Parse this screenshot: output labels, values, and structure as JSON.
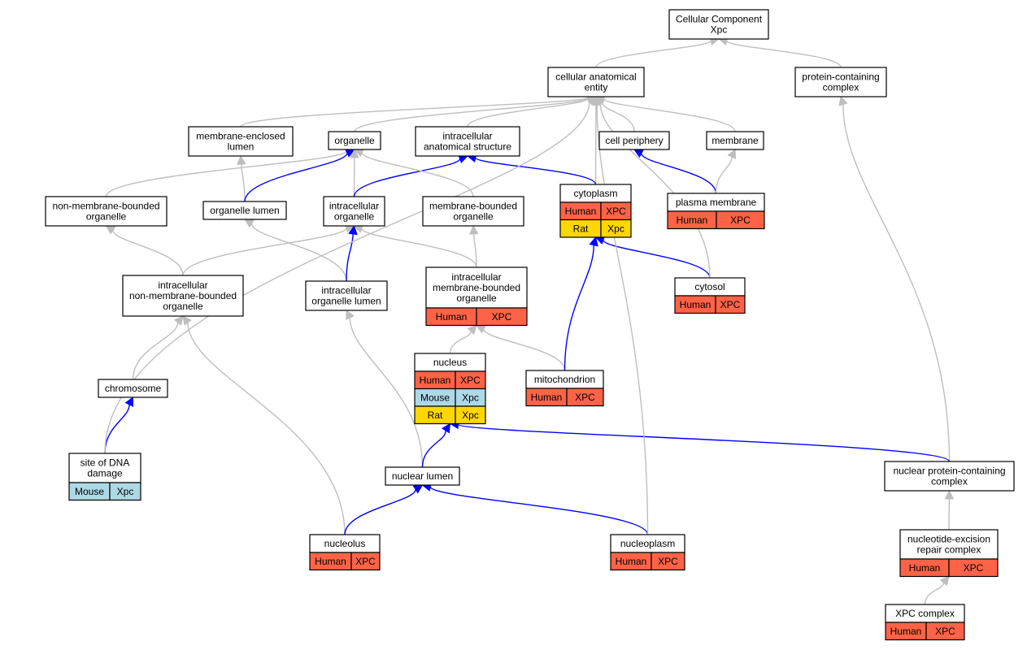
{
  "colors": {
    "Human": "#ff6347",
    "Mouse": "#add8e6",
    "Rat": "#ffd700",
    "is_a_edge": "#bebebe",
    "part_of_edge": "#0000ff"
  },
  "nodes": [
    {
      "id": "root",
      "lines": [
        "Cellular Component",
        "Xpc"
      ],
      "rows": []
    },
    {
      "id": "cae",
      "lines": [
        "cellular anatomical",
        "entity"
      ],
      "rows": []
    },
    {
      "id": "pcc",
      "lines": [
        "protein-containing",
        "complex"
      ],
      "rows": []
    },
    {
      "id": "mel",
      "lines": [
        "membrane-enclosed",
        "lumen"
      ],
      "rows": []
    },
    {
      "id": "org",
      "lines": [
        "organelle"
      ],
      "rows": []
    },
    {
      "id": "ias",
      "lines": [
        "intracellular",
        "anatomical structure"
      ],
      "rows": []
    },
    {
      "id": "cper",
      "lines": [
        "cell periphery"
      ],
      "rows": []
    },
    {
      "id": "mem",
      "lines": [
        "membrane"
      ],
      "rows": []
    },
    {
      "id": "cyto",
      "lines": [
        "cytoplasm"
      ],
      "rows": [
        [
          "Human",
          "XPC"
        ],
        [
          "Rat",
          "Xpc"
        ]
      ]
    },
    {
      "id": "pm",
      "lines": [
        "plasma membrane"
      ],
      "rows": [
        [
          "Human",
          "XPC"
        ]
      ]
    },
    {
      "id": "nmbo",
      "lines": [
        "non-membrane-bounded",
        "organelle"
      ],
      "rows": []
    },
    {
      "id": "ol",
      "lines": [
        "organelle lumen"
      ],
      "rows": []
    },
    {
      "id": "io",
      "lines": [
        "intracellular",
        "organelle"
      ],
      "rows": []
    },
    {
      "id": "mbo",
      "lines": [
        "membrane-bounded",
        "organelle"
      ],
      "rows": []
    },
    {
      "id": "inmbo",
      "lines": [
        "intracellular",
        "non-membrane-bounded",
        "organelle"
      ],
      "rows": []
    },
    {
      "id": "iol",
      "lines": [
        "intracellular",
        "organelle lumen"
      ],
      "rows": []
    },
    {
      "id": "imbo",
      "lines": [
        "intracellular",
        "membrane-bounded",
        "organelle"
      ],
      "rows": [
        [
          "Human",
          "XPC"
        ]
      ]
    },
    {
      "id": "cytosol",
      "lines": [
        "cytosol"
      ],
      "rows": [
        [
          "Human",
          "XPC"
        ]
      ]
    },
    {
      "id": "nucleus",
      "lines": [
        "nucleus"
      ],
      "rows": [
        [
          "Human",
          "XPC"
        ],
        [
          "Mouse",
          "Xpc"
        ],
        [
          "Rat",
          "Xpc"
        ]
      ]
    },
    {
      "id": "mito",
      "lines": [
        "mitochondrion"
      ],
      "rows": [
        [
          "Human",
          "XPC"
        ]
      ]
    },
    {
      "id": "chrom",
      "lines": [
        "chromosome"
      ],
      "rows": []
    },
    {
      "id": "sdd",
      "lines": [
        "site of DNA",
        "damage"
      ],
      "rows": [
        [
          "Mouse",
          "Xpc"
        ]
      ]
    },
    {
      "id": "nl",
      "lines": [
        "nuclear lumen"
      ],
      "rows": []
    },
    {
      "id": "npcc",
      "lines": [
        "nuclear protein-containing",
        "complex"
      ],
      "rows": []
    },
    {
      "id": "nucleolus",
      "lines": [
        "nucleolus"
      ],
      "rows": [
        [
          "Human",
          "XPC"
        ]
      ]
    },
    {
      "id": "nucleoplasm",
      "lines": [
        "nucleoplasm"
      ],
      "rows": [
        [
          "Human",
          "XPC"
        ]
      ]
    },
    {
      "id": "nerc",
      "lines": [
        "nucleotide-excision",
        "repair complex"
      ],
      "rows": [
        [
          "Human",
          "XPC"
        ]
      ]
    },
    {
      "id": "xpcc",
      "lines": [
        "XPC complex"
      ],
      "rows": [
        [
          "Human",
          "XPC"
        ]
      ]
    }
  ],
  "edges": [
    {
      "from": "cae",
      "to": "root",
      "type": "is_a"
    },
    {
      "from": "pcc",
      "to": "root",
      "type": "is_a"
    },
    {
      "from": "mel",
      "to": "cae",
      "type": "is_a"
    },
    {
      "from": "org",
      "to": "cae",
      "type": "is_a"
    },
    {
      "from": "ias",
      "to": "cae",
      "type": "is_a"
    },
    {
      "from": "cper",
      "to": "cae",
      "type": "is_a"
    },
    {
      "from": "mem",
      "to": "cae",
      "type": "is_a"
    },
    {
      "from": "cyto",
      "to": "cae",
      "type": "is_a"
    },
    {
      "from": "cyto",
      "to": "ias",
      "type": "part_of"
    },
    {
      "from": "pm",
      "to": "cper",
      "type": "part_of"
    },
    {
      "from": "pm",
      "to": "mem",
      "type": "is_a"
    },
    {
      "from": "nmbo",
      "to": "org",
      "type": "is_a"
    },
    {
      "from": "ol",
      "to": "mel",
      "type": "is_a"
    },
    {
      "from": "ol",
      "to": "org",
      "type": "part_of"
    },
    {
      "from": "io",
      "to": "org",
      "type": "is_a"
    },
    {
      "from": "io",
      "to": "ias",
      "type": "part_of"
    },
    {
      "from": "mbo",
      "to": "org",
      "type": "is_a"
    },
    {
      "from": "inmbo",
      "to": "nmbo",
      "type": "is_a"
    },
    {
      "from": "inmbo",
      "to": "io",
      "type": "is_a"
    },
    {
      "from": "iol",
      "to": "ol",
      "type": "is_a"
    },
    {
      "from": "iol",
      "to": "io",
      "type": "part_of"
    },
    {
      "from": "imbo",
      "to": "io",
      "type": "is_a"
    },
    {
      "from": "imbo",
      "to": "mbo",
      "type": "is_a"
    },
    {
      "from": "cytosol",
      "to": "cyto",
      "type": "part_of"
    },
    {
      "from": "cytosol",
      "to": "cae",
      "type": "is_a"
    },
    {
      "from": "nucleus",
      "to": "imbo",
      "type": "is_a"
    },
    {
      "from": "mito",
      "to": "imbo",
      "type": "is_a"
    },
    {
      "from": "mito",
      "to": "cyto",
      "type": "part_of"
    },
    {
      "from": "chrom",
      "to": "inmbo",
      "type": "is_a"
    },
    {
      "from": "sdd",
      "to": "chrom",
      "type": "part_of"
    },
    {
      "from": "sdd",
      "to": "cae",
      "type": "is_a"
    },
    {
      "from": "nl",
      "to": "iol",
      "type": "is_a"
    },
    {
      "from": "nl",
      "to": "nucleus",
      "type": "part_of"
    },
    {
      "from": "npcc",
      "to": "pcc",
      "type": "is_a"
    },
    {
      "from": "npcc",
      "to": "nucleus",
      "type": "part_of"
    },
    {
      "from": "nucleolus",
      "to": "inmbo",
      "type": "is_a"
    },
    {
      "from": "nucleolus",
      "to": "nl",
      "type": "part_of"
    },
    {
      "from": "nucleoplasm",
      "to": "nl",
      "type": "part_of"
    },
    {
      "from": "nucleoplasm",
      "to": "cae",
      "type": "is_a"
    },
    {
      "from": "nerc",
      "to": "npcc",
      "type": "is_a"
    },
    {
      "from": "xpcc",
      "to": "nerc",
      "type": "is_a"
    }
  ]
}
